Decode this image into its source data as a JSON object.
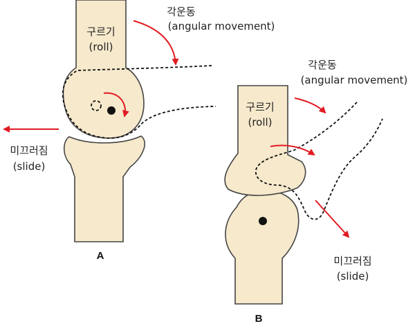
{
  "colors": {
    "bone_fill": "#f6e9cc",
    "bone_stroke": "#444444",
    "arrow": "#e11a22",
    "dash": "#111111",
    "text": "#222222"
  },
  "panel_a": {
    "label": "A",
    "roll_label_ko": "구르기",
    "roll_label_en": "(roll)",
    "angular_label_ko": "각운동",
    "angular_label_en": "(angular movement)",
    "slide_label_ko": "미끄러짐",
    "slide_label_en": "(slide)"
  },
  "panel_b": {
    "label": "B",
    "roll_label_ko": "구르기",
    "roll_label_en": "(roll)",
    "angular_label_ko": "각운동",
    "angular_label_en": "(angular movement)",
    "slide_label_ko": "미끄러짐",
    "slide_label_en": "(slide)"
  }
}
